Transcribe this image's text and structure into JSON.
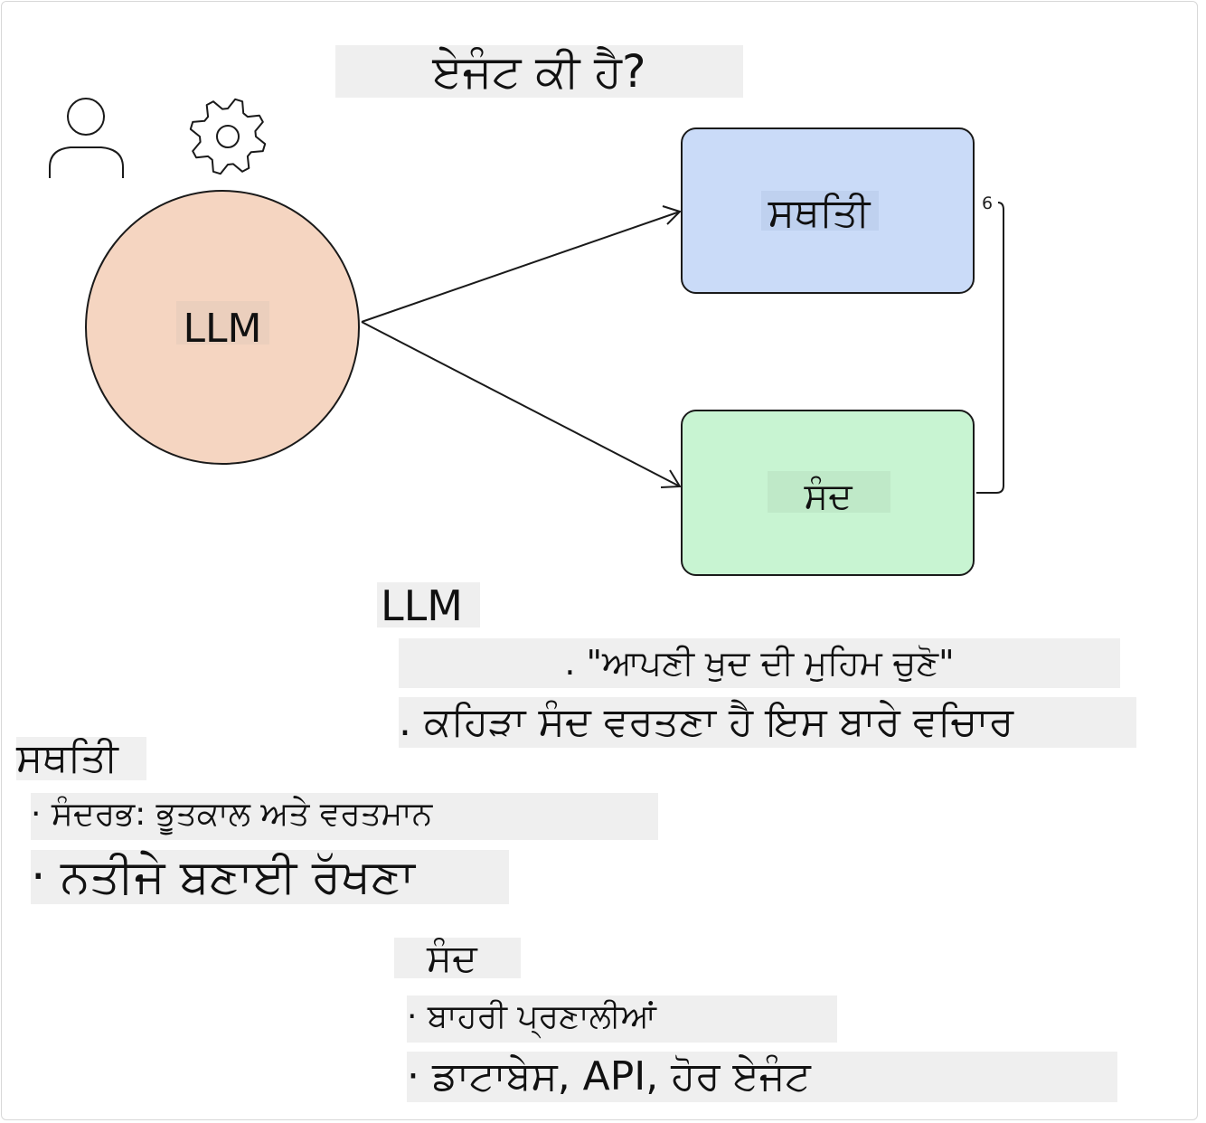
{
  "title": "ਏਜੰਟ ਕੀ ਹੈ?",
  "icons": {
    "user": "user-icon",
    "settings": "gear-icon"
  },
  "nodes": {
    "llm": {
      "label": "LLM",
      "color": "#f5d5c1"
    },
    "memory": {
      "label": "ਸਥਤਿੀ",
      "color": "#cadbf8"
    },
    "tools": {
      "label": "ਸੰਦ",
      "color": "#c8f4d2"
    }
  },
  "connector_label": "6",
  "sections": {
    "llm": {
      "heading": "LLM",
      "bullets": [
        ". \"ਆਪਣੀ ਖੁਦ ਦੀ ਮੁਹਿਮ ਚੁਣੋ\"",
        ". ਕਹਿੜਾ ਸੰਦ ਵਰਤਣਾ ਹੈ ਇਸ ਬਾਰੇ ਵਚਿਾਰ"
      ]
    },
    "memory": {
      "heading": "ਸਥਤਿੀ",
      "bullets": [
        "· ਸੰਦਰਭ: ਭੂਤਕਾਲ ਅਤੇ ਵਰਤਮਾਨ",
        "· ਨਤੀਜੇ ਬਣਾਈ ਰੱਖਣਾ"
      ]
    },
    "tools": {
      "heading": "ਸੰਦ",
      "bullets": [
        "· ਬਾਹਰੀ ਪ੍ਰਣਾਲੀਆਂ",
        "· ਡਾਟਾਬੇਸ, API, ਹੋਰ ਏਜੰਟ"
      ]
    }
  }
}
